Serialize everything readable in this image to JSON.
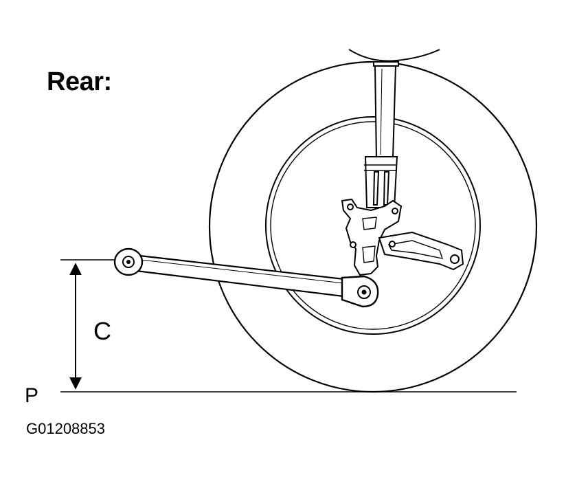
{
  "heading": "Rear:",
  "labels": {
    "dimension": "C",
    "plane": "P"
  },
  "figure_code": "G01208853",
  "colors": {
    "ink": "#000000",
    "paper": "#ffffff"
  }
}
